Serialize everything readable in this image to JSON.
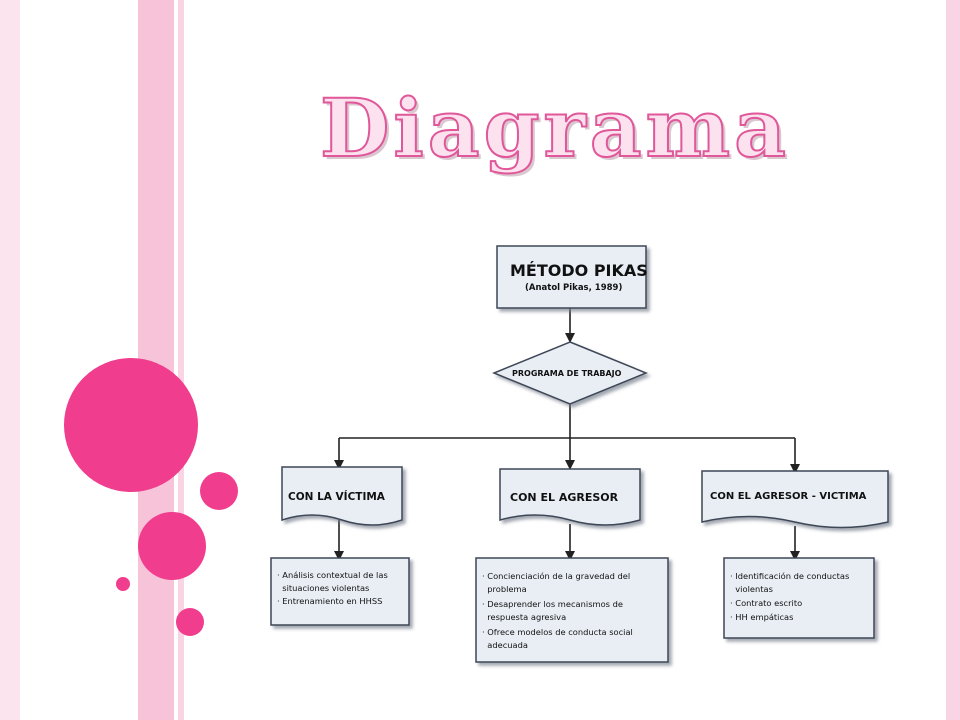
{
  "slide": {
    "title": "Diagrama",
    "accent_color": "#f03d8d",
    "stripe_color": "#f7c3d9"
  },
  "diagram": {
    "root": {
      "title": "MÉTODO PIKAS",
      "subtitle": "(Anatol Pikas, 1989)"
    },
    "decision": {
      "label": "PROGRAMA DE TRABAJO"
    },
    "branches": [
      {
        "title": "CON LA VÍCTIMA",
        "items": [
          "· Análisis contextual de las",
          "  situaciones violentas",
          "· Entrenamiento en HHSS"
        ]
      },
      {
        "title": "CON EL AGRESOR",
        "items": [
          "· Concienciación de la gravedad del",
          "  problema",
          "· Desaprender los mecanismos de",
          "  respuesta agresiva",
          "· Ofrece modelos de conducta social",
          "  adecuada"
        ]
      },
      {
        "title": "CON EL AGRESOR - VICTIMA",
        "items": [
          "· Identificación de conductas",
          "  violentas",
          "· Contrato escrito",
          "· HH empáticas"
        ]
      }
    ],
    "box_fill": "#e9eef5",
    "box_stroke": "#3d4656"
  }
}
